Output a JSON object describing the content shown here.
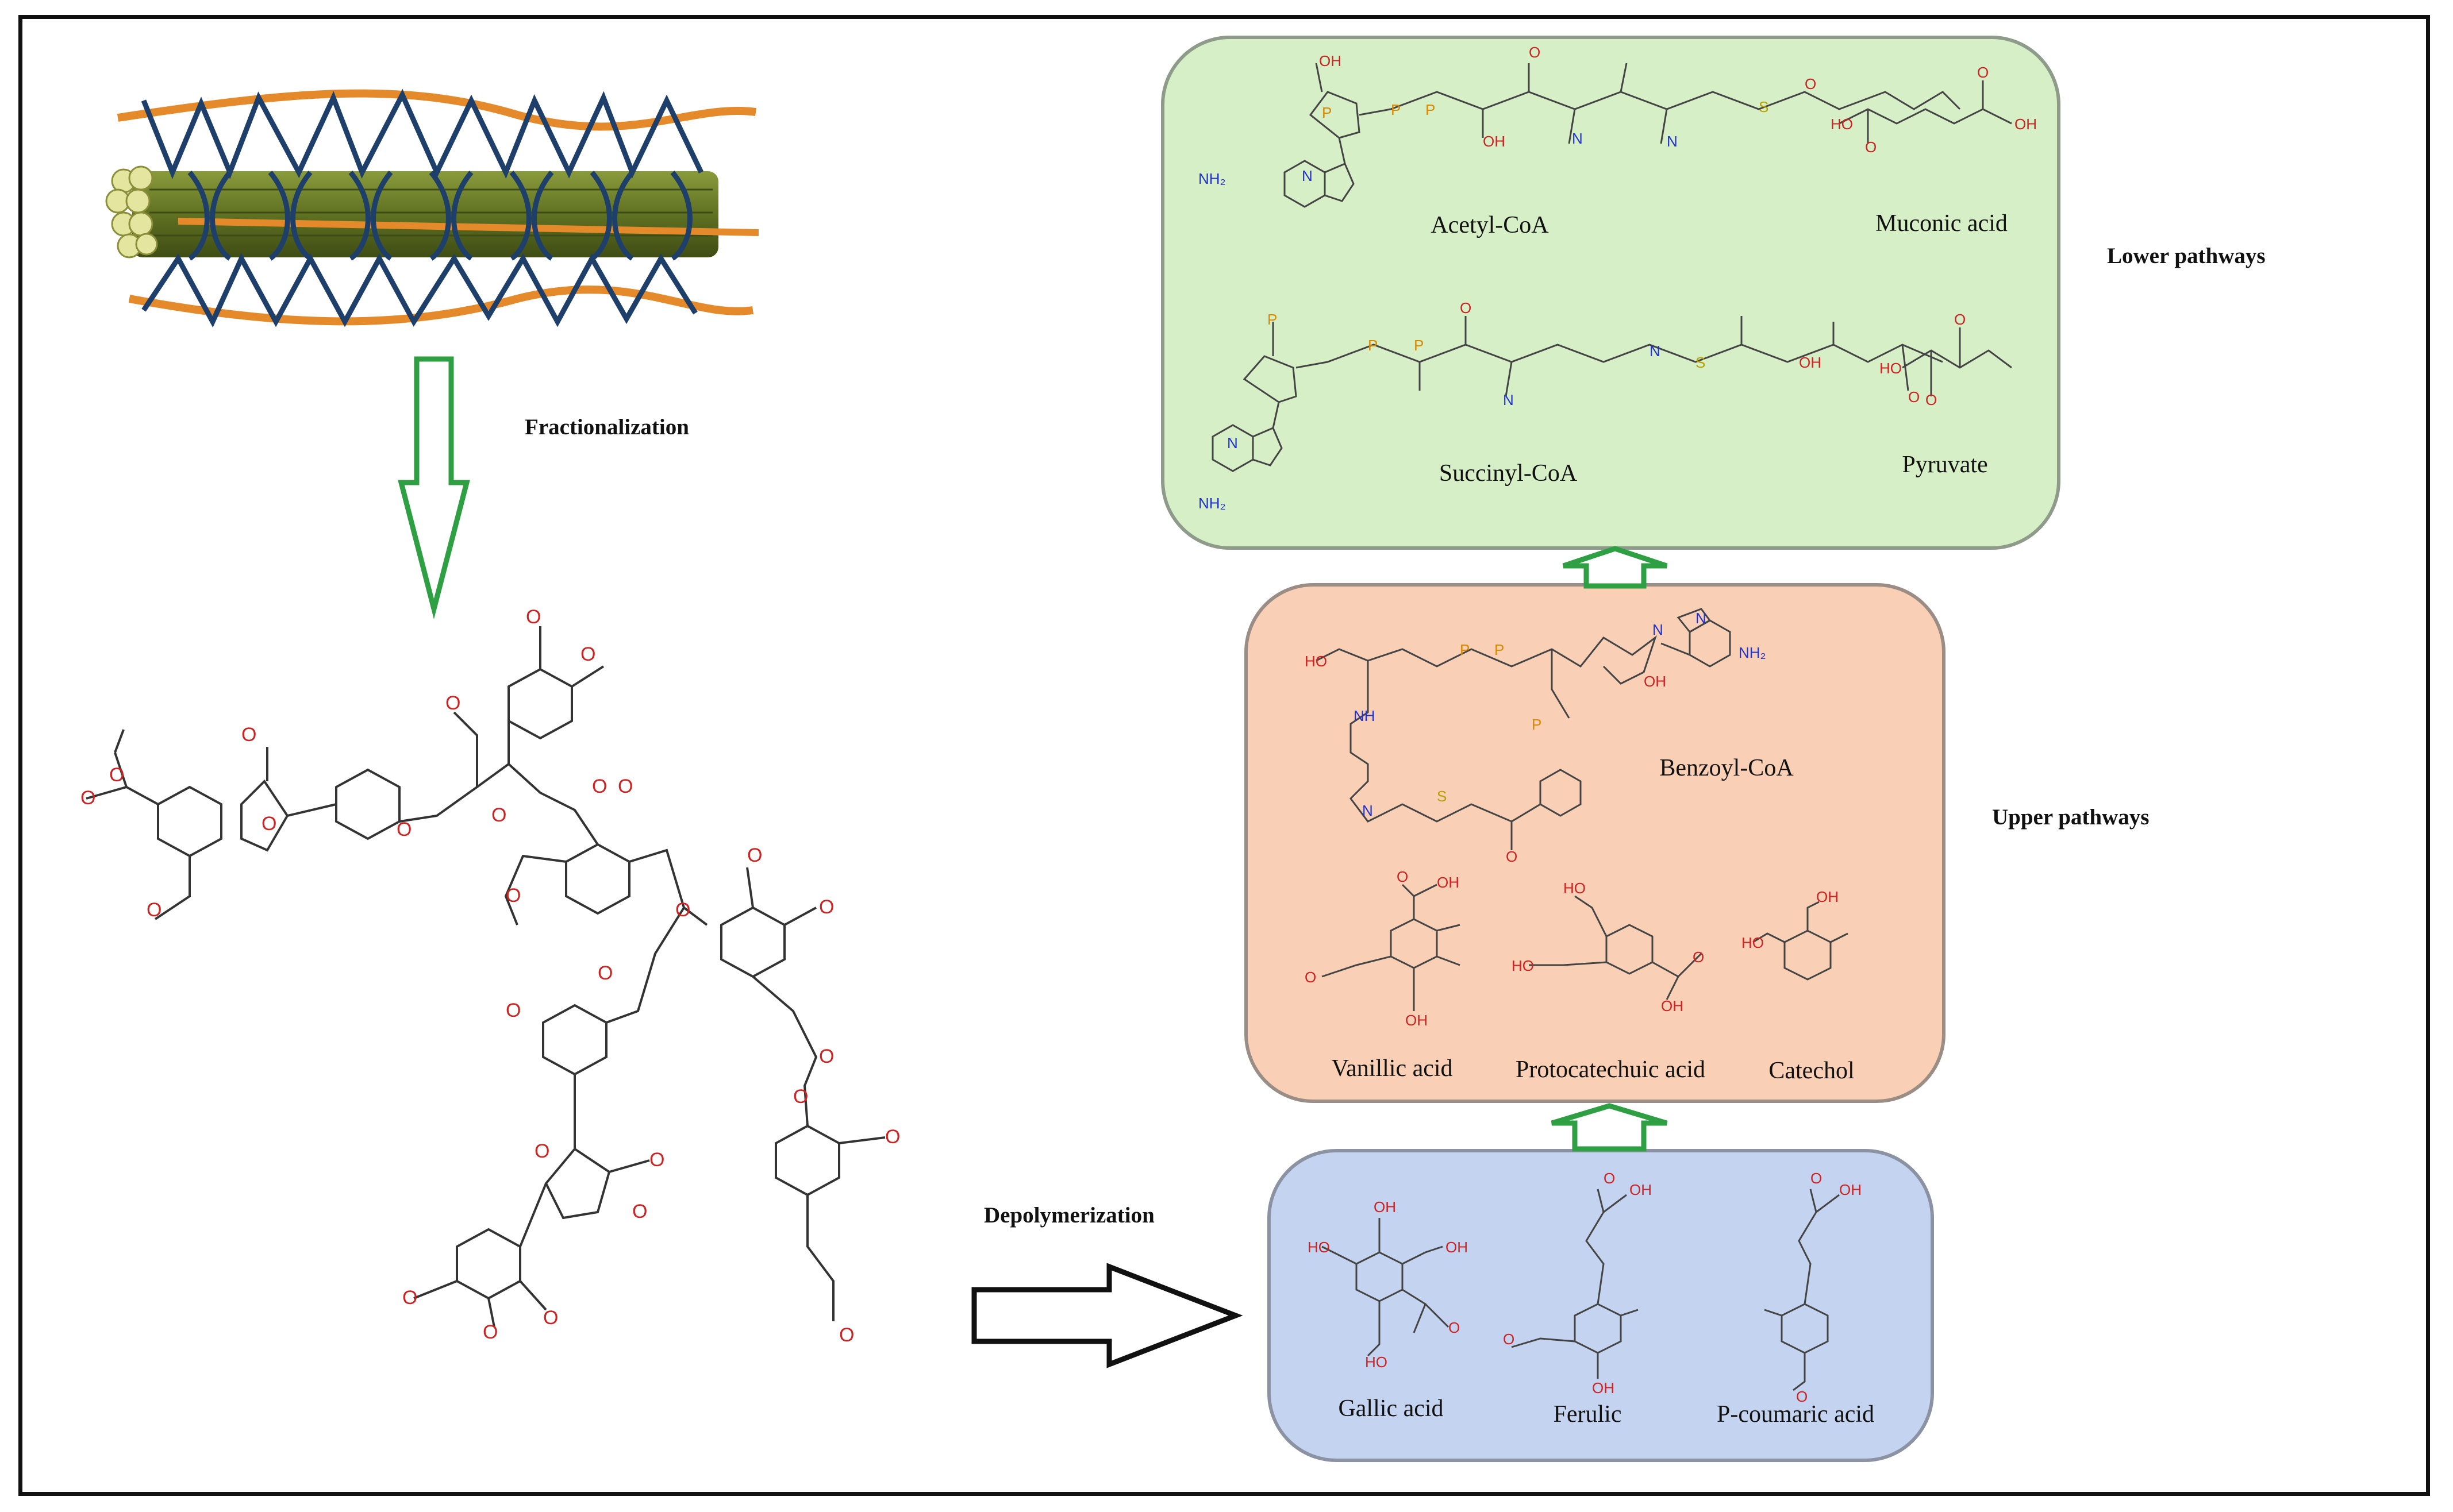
{
  "steps": {
    "fractionalization": "Fractionalization",
    "depolymerization": "Depolymerization",
    "upper_pathways": "Upper pathways",
    "lower_pathways": "Lower pathways"
  },
  "monomers": {
    "gallic_acid": "Gallic acid",
    "ferulic": "Ferulic",
    "p_coumaric_acid": "P-coumaric acid"
  },
  "upper": {
    "benzoyl_coa": "Benzoyl-CoA",
    "vanillic_acid": "Vanillic  acid",
    "protocatechuic_acid": "Protocatechuic acid",
    "catechol": "Catechol"
  },
  "lower": {
    "acetyl_coa": "Acetyl-CoA",
    "muconic_acid": "Muconic acid",
    "succinyl_coa": "Succinyl-CoA",
    "pyruvate": "Pyruvate"
  },
  "colors": {
    "lower_box_fill": "#d6efc6",
    "upper_box_fill": "#f9cfb5",
    "monomer_box_fill": "#c3d3f0",
    "box_border": "#8a8a8a",
    "arrow_green": "#2ea043",
    "fiber_green": "#6b7d2a",
    "cellulose_orange": "#e58a2b",
    "lignin_blue": "#1f3f6b",
    "oxygen_red": "#cc2222",
    "nitrogen_blue": "#2233cc",
    "phosphorus_orange": "#d98a00",
    "sulfur_yellow": "#b8a000"
  },
  "icons": [
    "lignocellulose-fiber-icon",
    "down-arrow-icon",
    "right-arrow-icon",
    "up-arrow-icon",
    "lignin-polymer-structure",
    "molecule-structure"
  ]
}
